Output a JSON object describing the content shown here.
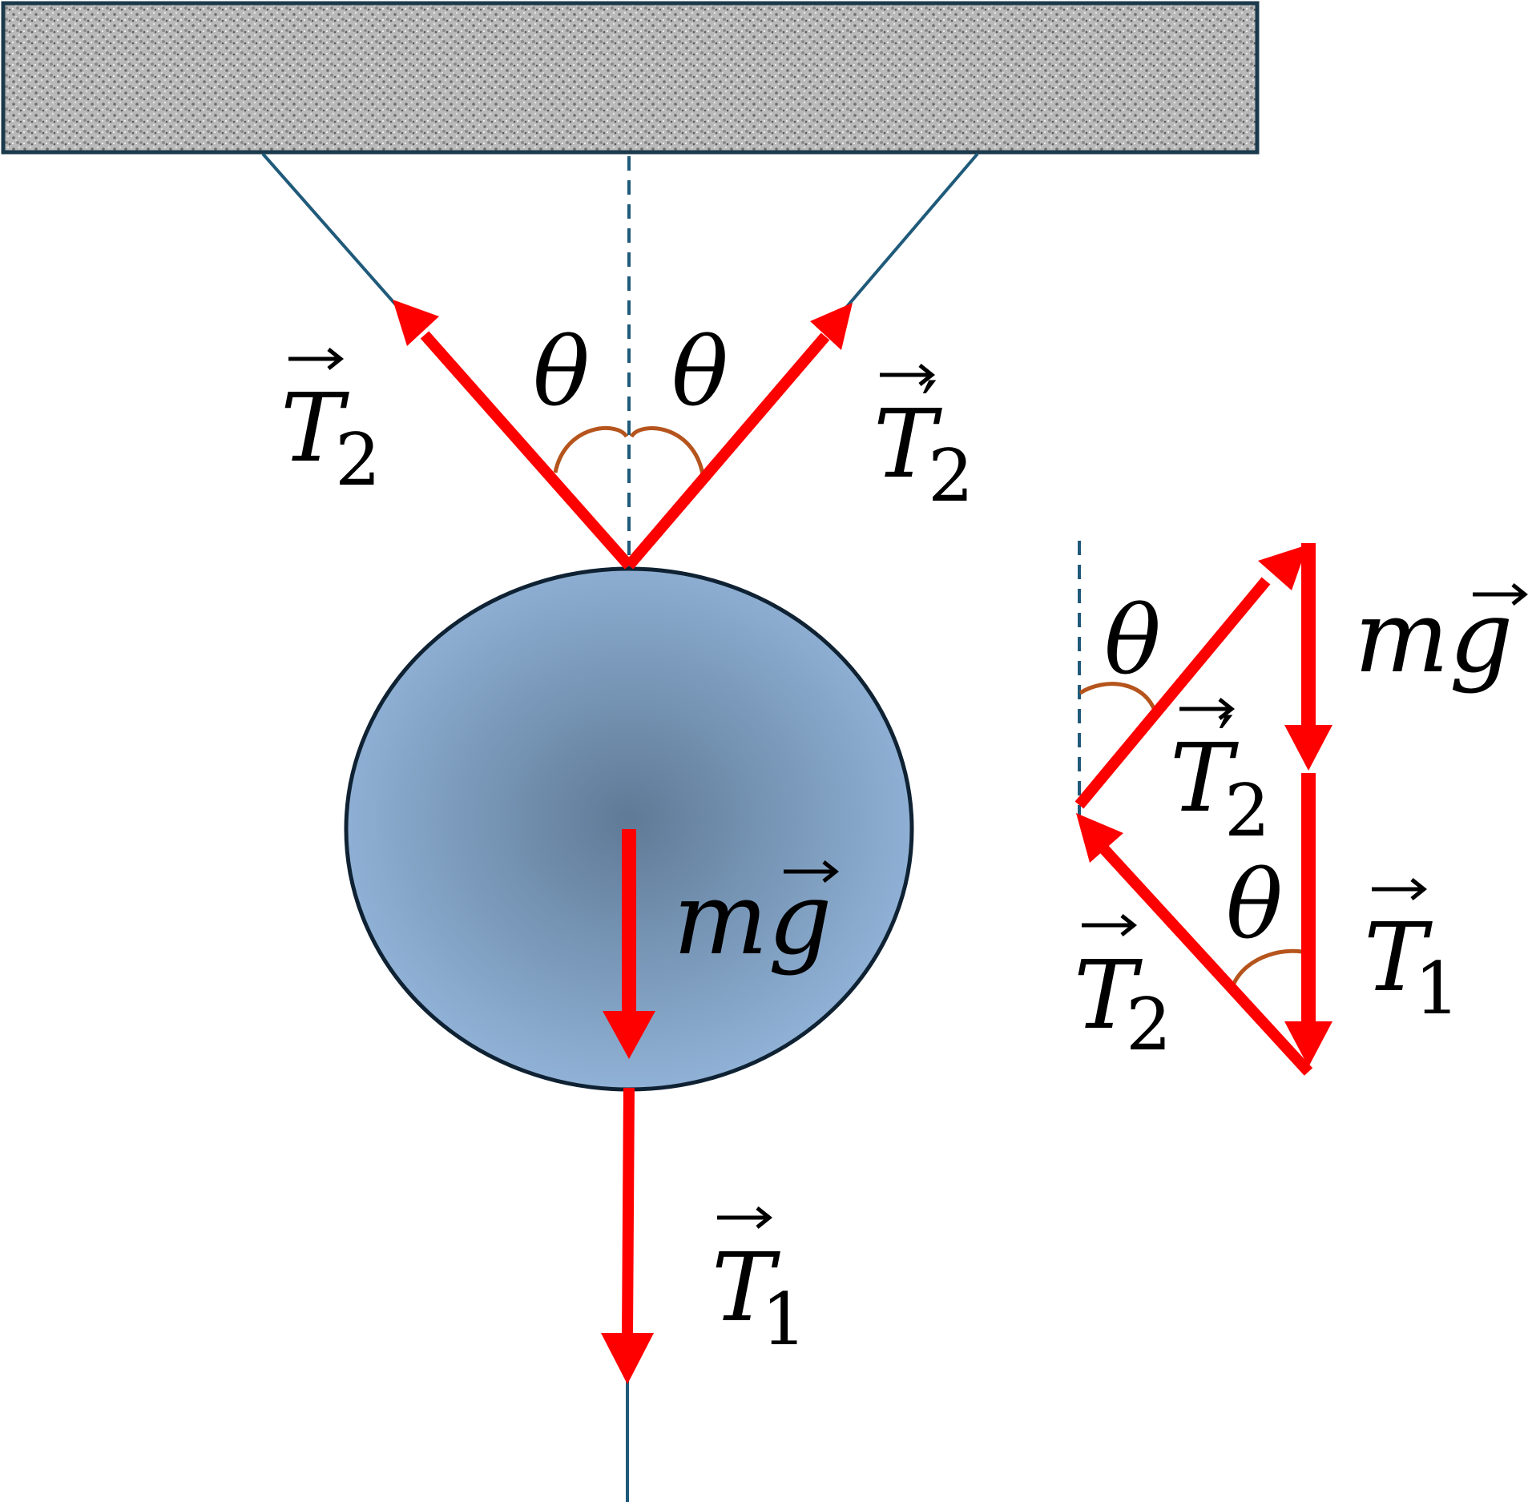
{
  "colors": {
    "force_arrow": "#ff0000",
    "rope": "#1f5a7a",
    "dashed_guide": "#1f5a7a",
    "angle_arc": "#b5541c",
    "ball_edge": "#4f6f90",
    "ball_center": "#5f7a96",
    "ceiling_border": "#1b3a4b",
    "label_text": "#000000"
  },
  "icons": {
    "ceiling": "hatched-ceiling-block",
    "ball": "shaded-sphere",
    "vector_arrow_accent": "right-arrow-over-symbol"
  },
  "labels": {
    "theta_left": "θ",
    "theta_right": "θ",
    "theta_triangle_top": "θ",
    "theta_triangle_bottom": "θ",
    "T2_symbol": "T",
    "T2_sub": "2",
    "T2_prime_symbol": "T",
    "T2_prime_sub": "2",
    "T2_prime_mark": "′",
    "mg_symbol": "mg",
    "T1_symbol": "T",
    "T1_sub": "1",
    "tri_T2_symbol": "T",
    "tri_T2_sub": "2",
    "tri_T2_prime_symbol": "T",
    "tri_T2_prime_sub": "2",
    "tri_T2_prime_mark": "′",
    "tri_mg_symbol": "mg",
    "tri_T1_symbol": "T",
    "tri_T1_sub": "1"
  }
}
